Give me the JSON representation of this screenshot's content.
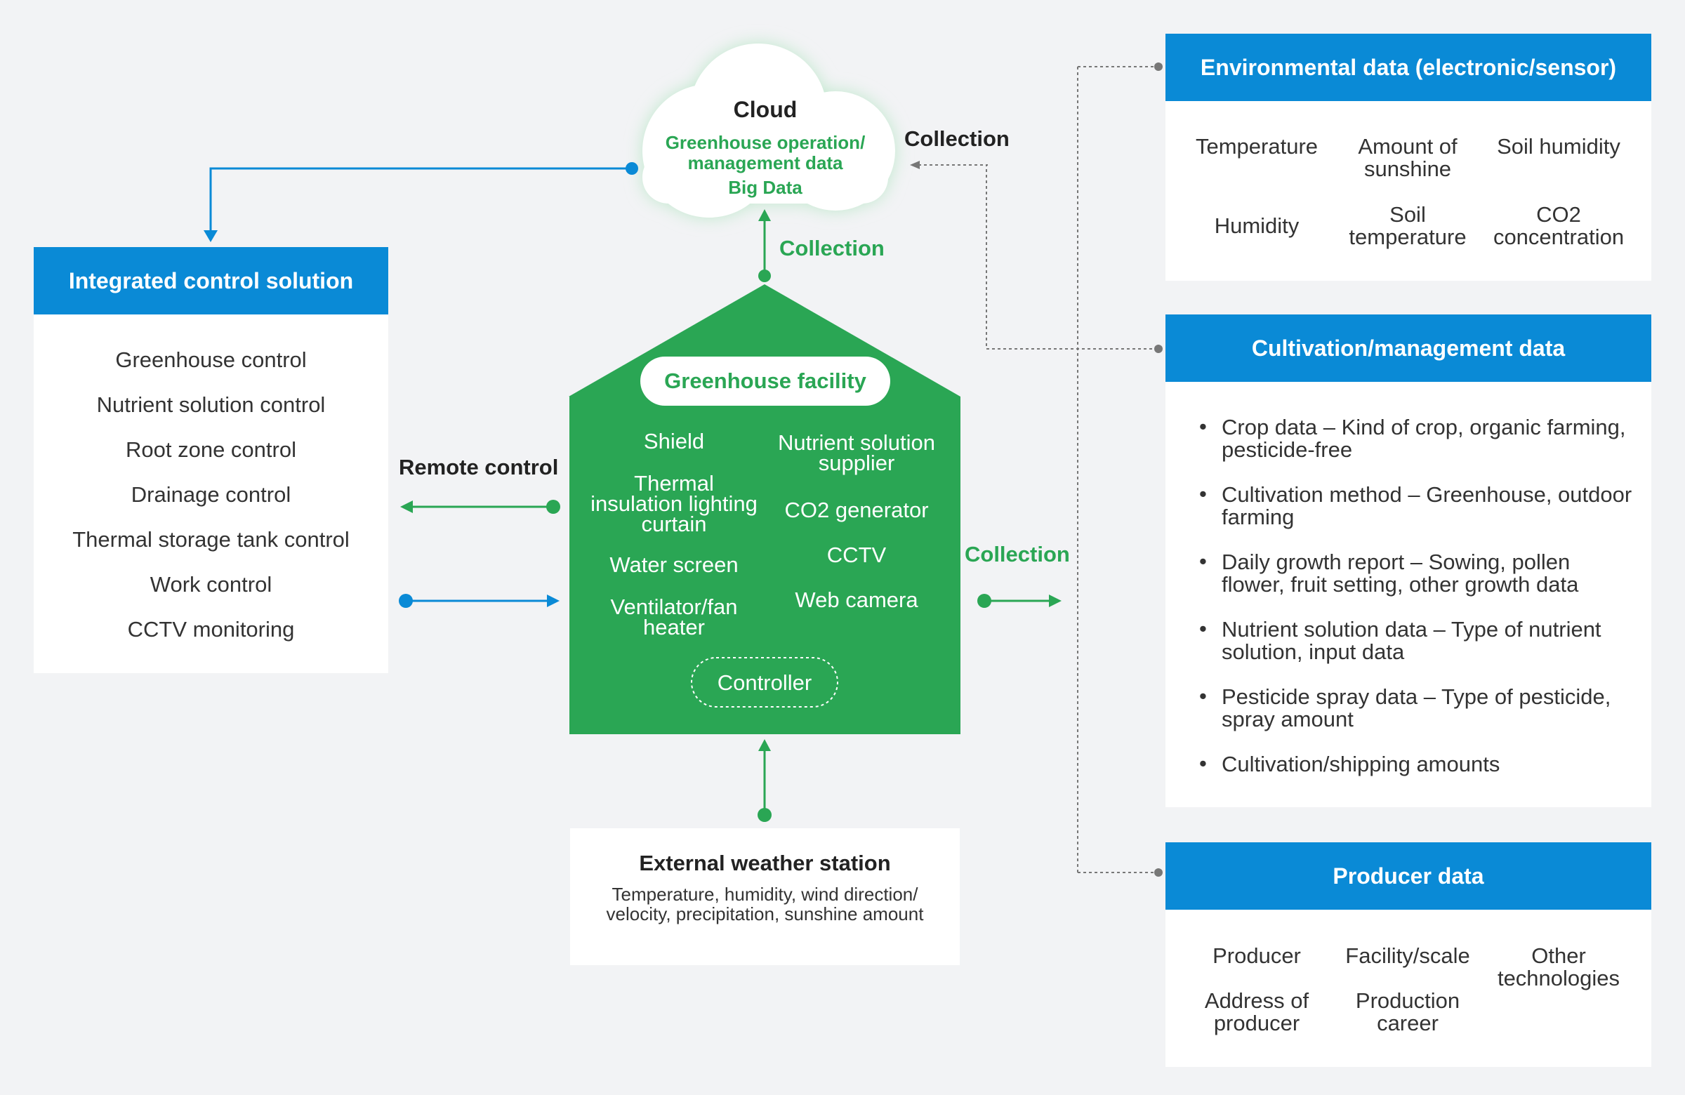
{
  "cloud": {
    "title": "Cloud",
    "line1": "Greenhouse operation/",
    "line2": "management data",
    "line3": "Big Data"
  },
  "labels": {
    "collection_top": "Collection",
    "collection_cloud": "Collection",
    "collection_right": "Collection",
    "remote_control": "Remote control"
  },
  "integrated": {
    "title": "Integrated control solution",
    "items": [
      "Greenhouse control",
      "Nutrient solution control",
      "Root zone control",
      "Drainage control",
      "Thermal storage tank control",
      "Work control",
      "CCTV monitoring"
    ]
  },
  "greenhouse": {
    "title": "Greenhouse facility",
    "left": [
      "Shield",
      "Thermal insulation lighting curtain",
      "Water screen",
      "Ventilator/fan heater"
    ],
    "right": [
      "Nutrient solution supplier",
      "CO2 generator",
      "CCTV",
      "Web camera"
    ],
    "controller": "Controller"
  },
  "weather": {
    "title": "External weather station",
    "desc": "Temperature, humidity, wind direction/ velocity, precipitation, sunshine amount"
  },
  "environmental": {
    "title": "Environmental data (electronic/sensor)",
    "items": [
      "Temperature",
      "Amount of sunshine",
      "Soil humidity",
      "Humidity",
      "Soil temperature",
      "CO2 concentration"
    ]
  },
  "cultivation": {
    "title": "Cultivation/management data",
    "items": [
      "Crop data – Kind of crop, organic farming, pesticide-free",
      "Cultivation method – Greenhouse, outdoor farming",
      "Daily growth report – Sowing, pollen flower, fruit setting, other growth data",
      "Nutrient solution data – Type of nutrient solution, input data",
      "Pesticide spray data – Type of pesticide, spray amount",
      "Cultivation/shipping amounts"
    ]
  },
  "producer": {
    "title": "Producer data",
    "items": [
      "Producer",
      "Facility/scale",
      "Other technologies",
      "Address of producer",
      "Production career"
    ]
  },
  "colors": {
    "blue": "#0a8ad6",
    "green": "#2aa654",
    "background": "#f2f3f5"
  }
}
